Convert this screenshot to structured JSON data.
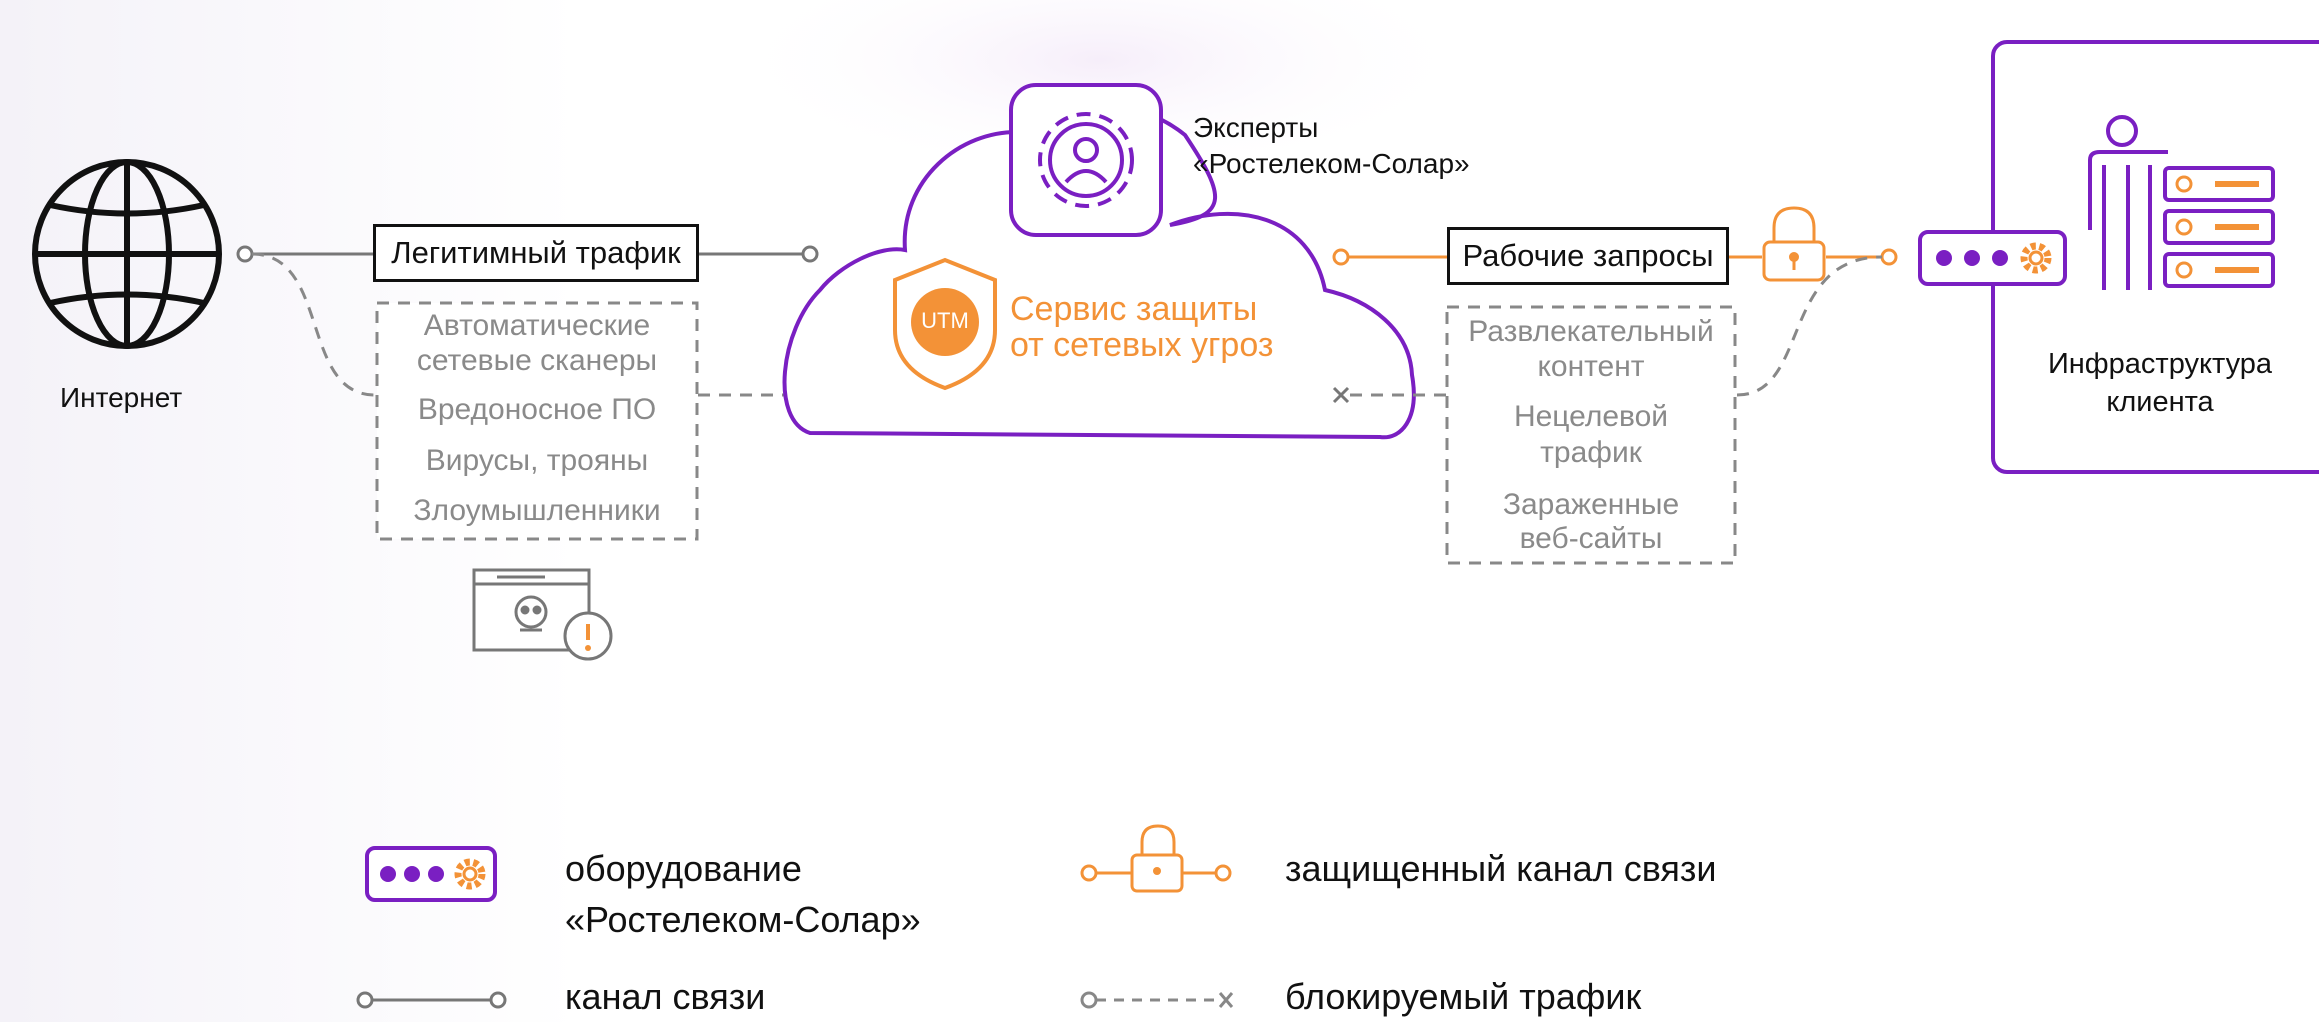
{
  "colors": {
    "purple": "#7a1fc2",
    "orange": "#f39237",
    "gray": "#8a8a8a",
    "black": "#111111"
  },
  "internet": {
    "label": "Интернет",
    "icon": "globe-icon"
  },
  "legit_traffic": {
    "label": "Легитимный трафик"
  },
  "blocked_inbound": {
    "items": [
      "Автоматические",
      "сетевые сканеры",
      "Вредоносное ПО",
      "Вирусы, трояны",
      "Злоумышленники"
    ],
    "icon": "malware-window-icon"
  },
  "experts": {
    "line1": "Эксперты",
    "line2": "«Ростелеком-Солар»",
    "icon": "expert-gear-icon"
  },
  "utm": {
    "badge": "UTM",
    "line1": "Сервис защиты",
    "line2": "от сетевых угроз",
    "icon": "shield-icon"
  },
  "work_requests": {
    "label": "Рабочие запросы",
    "icon": "lock-icon"
  },
  "blocked_outbound": {
    "items": [
      "Развлекательный",
      "контент",
      "Нецелевой",
      "трафик",
      "Зараженные",
      "веб-сайты"
    ]
  },
  "client": {
    "line1": "Инфраструктура",
    "line2": "клиента",
    "icons": [
      "person-icon",
      "server-icon",
      "appliance-icon"
    ]
  },
  "legend": {
    "equipment_line1": "оборудование",
    "equipment_line2": "«Ростелеком-Солар»",
    "secure_channel": "защищенный канал связи",
    "channel": "канал связи",
    "blocked": "блокируемый трафик"
  }
}
